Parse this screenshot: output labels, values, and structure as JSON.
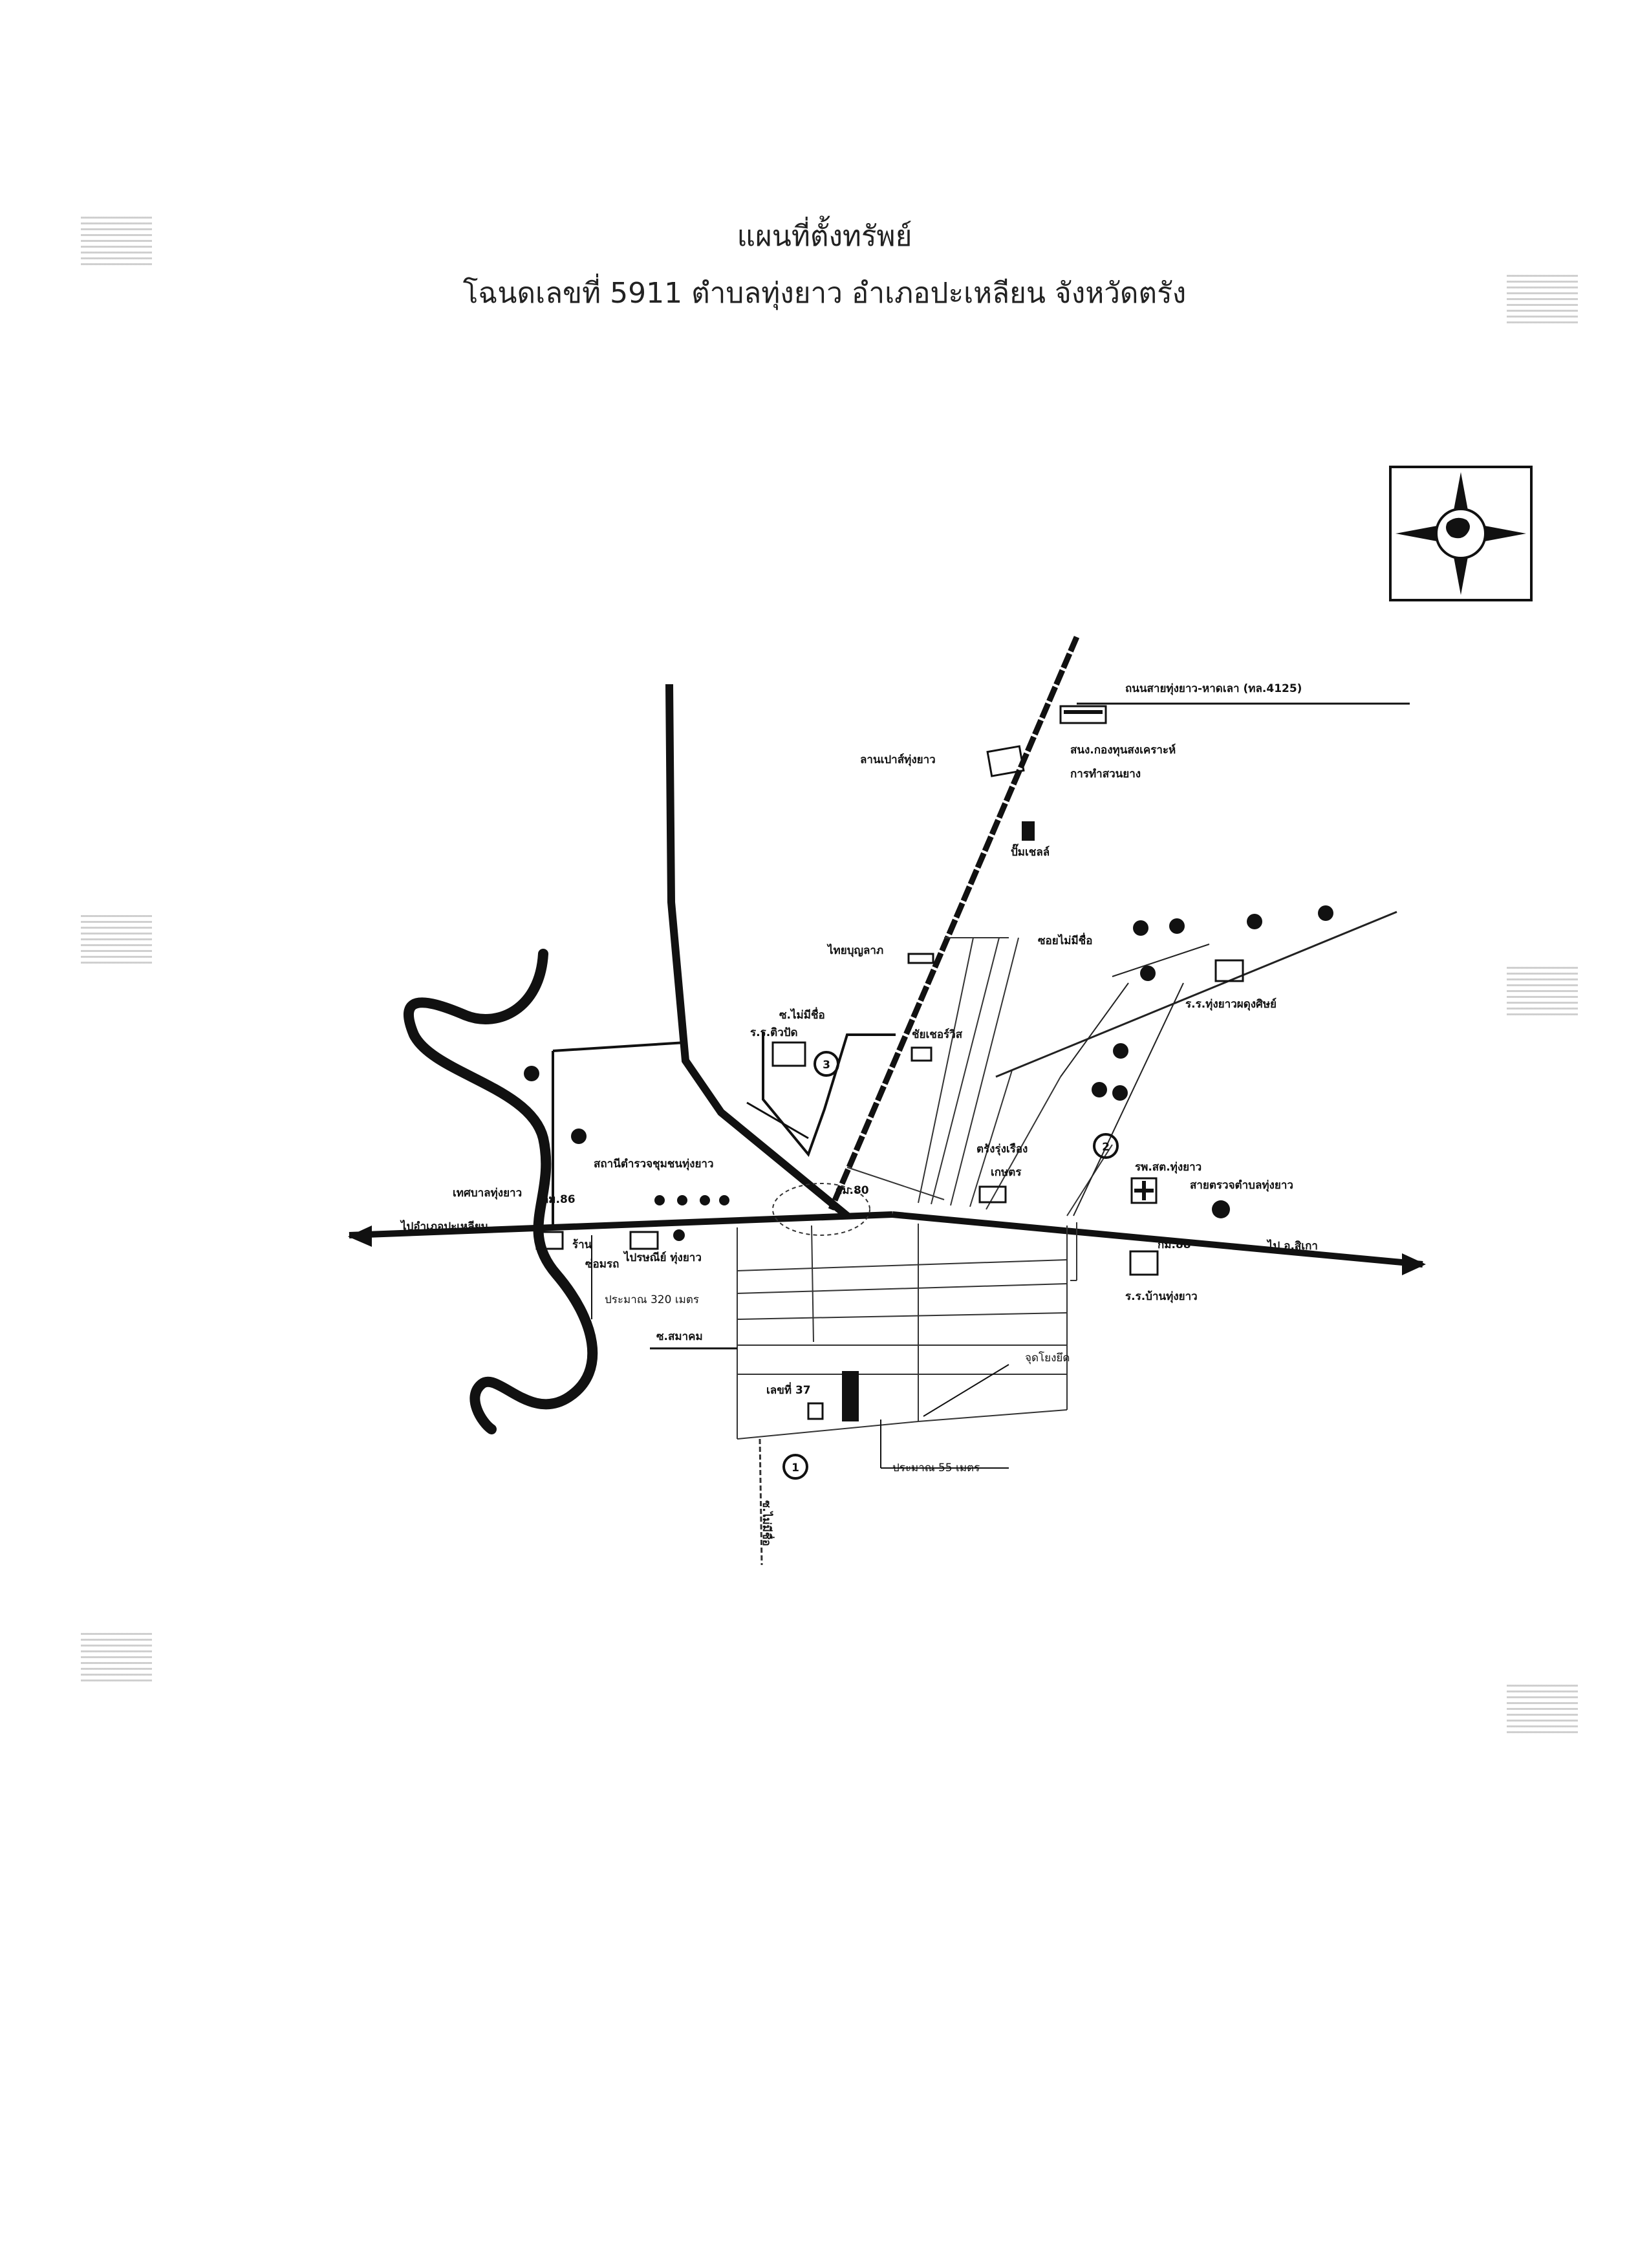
{
  "title": "แผนที่ตั้งทรัพย์",
  "subtitle": "โฉนดเลขที่ 5911 ตำบลทุ่งยาว อำเภอปะเหลียน จังหวัดตรัง",
  "compass_icon": "compass-rose-icon",
  "roads": {
    "highway_4125": "ถนนสายทุ่งยาว-หาดเลา (ทล.4125)",
    "soi_no_name_1": "ซ.ไม่มีชื่อ",
    "soi_no_name_2": "ซอยไม่มีชื่อ",
    "soi_no_name_3": "ซ.ไม่มีชื่อ",
    "soi_samakhom": "ซ.สมาคม"
  },
  "places": {
    "rubber_fund_office": "สนง.กองทุนสงเคราะห์",
    "rubber_fund_office_2": "การทำสวนยาง",
    "rubber_yard": "ลานเปาส์ทุ่งยาว",
    "shell_pump": "ปั๊มเชลล์",
    "thai_bunyarat": "ไทยบุญลาภ",
    "school_phuttipon": "ร.ร.ติวปัด",
    "school_thungyao_phadung": "ร.ร.ทุ่งยาวผดุงศิษย์",
    "pharmacy": "ชัยเชอร์วิส",
    "police_station": "สถานีตำรวจชุมชนทุ่งยาว",
    "municipality": "เทศบาลทุ่งยาว",
    "km_86": "กม.86",
    "km_80": "กม.80",
    "km_88": "กม.88",
    "shop": "ร้าน",
    "shop_2": "ซ่อมรถ",
    "post_office": "ไปรษณีย์ ทุ่งยาว",
    "trang_rungruang": "ตรังรุ่งเรือง",
    "trang_rungruang_2": "เกษตร",
    "hospital": "รพ.สต.ทุ่งยาว",
    "police_checkpoint": "สายตรวจตำบลทุ่งยาว",
    "school_ban_thungyao": "ร.ร.บ้านทุ่งยาว",
    "to_left": "ไปอำเภอปะเหลียน",
    "to_right": "ไป อ.สิเกา"
  },
  "distances": {
    "dist_320": "ประมาณ 320 เมตร",
    "dist_55": "ประมาณ 55 เมตร"
  },
  "property": {
    "number": "เลขที่ 37",
    "survey_point": "จุดโยงยึด"
  },
  "markers": {
    "m1": "1",
    "m2": "2",
    "m3": "3"
  }
}
